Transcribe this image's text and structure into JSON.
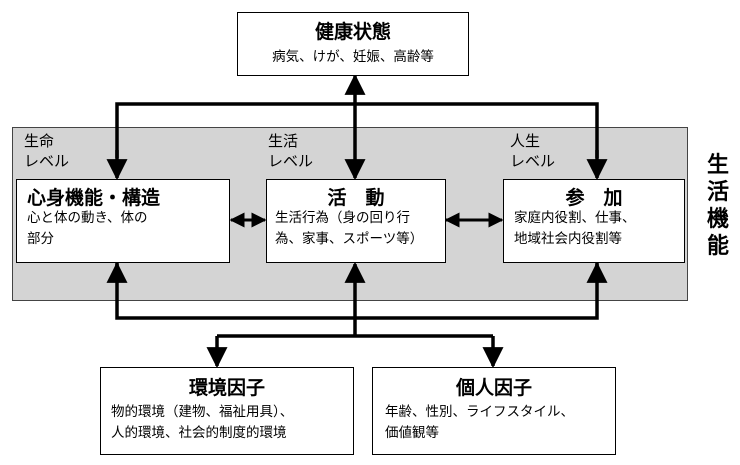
{
  "health": {
    "title": "健康状態",
    "detail": "病気、けが、妊娠、高齢等"
  },
  "life_functioning_label": [
    "生",
    "活",
    "機",
    "能"
  ],
  "levels": {
    "life": [
      "生命",
      "レベル"
    ],
    "activity": [
      "生活",
      "レベル"
    ],
    "person": [
      "人生",
      "レベル"
    ]
  },
  "body_function": {
    "title": "心身機能・構造",
    "lines": [
      "心と体の動き、体の",
      "部分"
    ]
  },
  "activity": {
    "title": "活　動",
    "lines": [
      "生活行為（身の回り行",
      "為、家事、スポーツ等）"
    ]
  },
  "participation": {
    "title": "参　加",
    "lines": [
      "家庭内役割、仕事、",
      "地域社会内役割等"
    ]
  },
  "environment": {
    "title": "環境因子",
    "lines": [
      "物的環境（建物、福祉用具）、",
      "人的環境、社会的制度的環境"
    ]
  },
  "personal": {
    "title": "個人因子",
    "lines": [
      "年齢、性別、ライフスタイル、",
      "価値観等"
    ]
  }
}
